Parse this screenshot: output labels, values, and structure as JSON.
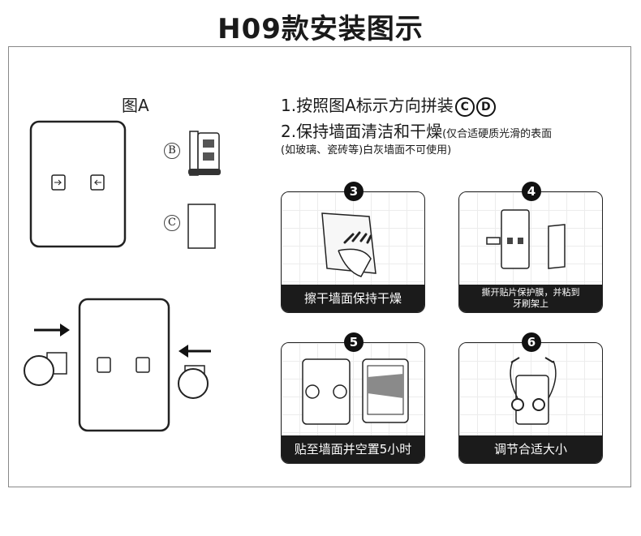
{
  "title": "H09款安装图示",
  "figure_a_label": "图A",
  "part_labels": {
    "b": "B",
    "c": "C"
  },
  "instructions": {
    "line1": "1.按照图A标示方向拼装",
    "line1_circle1": "C",
    "line1_circle2": "D",
    "line2_main": "2.保持墙面清洁和干燥",
    "line2_note": "(仅合适硬质光滑的表面",
    "line3": "(如玻璃、瓷砖等)白灰墙面不可使用)"
  },
  "steps": [
    {
      "number": "3",
      "caption": "擦干墙面保持干燥"
    },
    {
      "number": "4",
      "caption_line1": "撕开贴片保护膜，并粘到",
      "caption_line2": "牙刷架上"
    },
    {
      "number": "5",
      "caption": "贴至墙面并空置5小时"
    },
    {
      "number": "6",
      "caption": "调节合适大小"
    }
  ],
  "colors": {
    "caption_bg": "#1b1b1b",
    "line": "#222222"
  }
}
